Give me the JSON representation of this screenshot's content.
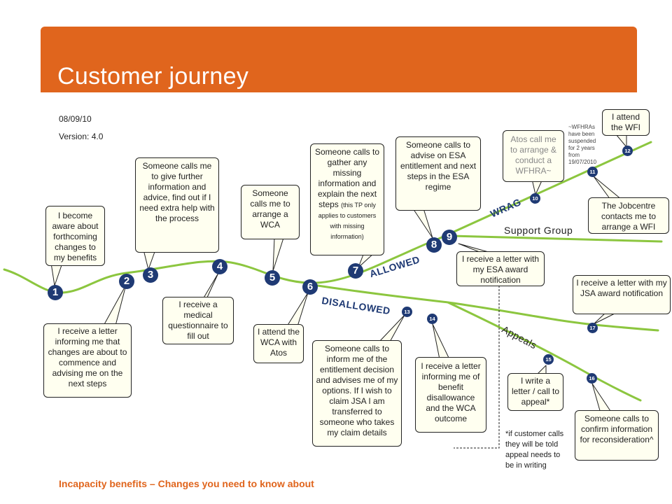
{
  "header": {
    "title": "Customer journey",
    "date": "08/09/10",
    "version": "Version: 4.0"
  },
  "footer": "Incapacity benefits – Changes you need to know about",
  "branch_labels": {
    "allowed": "ALLOWED",
    "disallowed": "DISALLOWED",
    "wrag": "WRAG",
    "support_group": "Support Group",
    "appeals": "Appeals"
  },
  "steps": [
    {
      "num": "1",
      "text": "I become aware about forthcoming changes to my benefits"
    },
    {
      "num": "2",
      "text": "I receive a letter informing me that changes are about to commence and advising me on the next steps"
    },
    {
      "num": "3",
      "text": "Someone calls me to give further information and advice, find out if I need extra help with the process"
    },
    {
      "num": "4",
      "text": "I receive a medical questionnaire to fill out"
    },
    {
      "num": "5",
      "text": "Someone calls me to arrange a WCA"
    },
    {
      "num": "6",
      "text": "I attend the WCA with Atos"
    },
    {
      "num": "7",
      "text": "Someone calls to gather any missing information and explain the next steps",
      "small": "(this TP only applies to customers with missing information)"
    },
    {
      "num": "8",
      "text": "Someone calls to advise on ESA entitlement and next steps in the ESA regime"
    },
    {
      "num": "9",
      "text": "I receive a letter with my ESA award notification"
    },
    {
      "num": "10",
      "text": "Atos call me to arrange & conduct a WFHRA~"
    },
    {
      "num": "11",
      "text": "The Jobcentre contacts me to arrange a WFI"
    },
    {
      "num": "12",
      "text": "I attend the WFI"
    },
    {
      "num": "13",
      "text": "Someone calls to inform me of the entitlement decision and advises me of my options.  If I wish to claim JSA I am transferred to someone who takes my claim details"
    },
    {
      "num": "14",
      "text": "I receive a letter informing me of benefit disallowance and the WCA outcome"
    },
    {
      "num": "15",
      "text": "I write a letter / call to appeal*"
    },
    {
      "num": "16",
      "text": "Someone calls to confirm information for reconsideration^"
    },
    {
      "num": "17",
      "text": "I receive a letter with my JSA award notification"
    }
  ],
  "notes": {
    "wfhra": "~WFHRAs have been suspended for 2 years from 19/07/2010",
    "appeal": "*if customer calls they will be told appeal needs to be in writing"
  },
  "colors": {
    "banner": "#e0651d",
    "path": "#8cc63f",
    "marker": "#1f3a74",
    "callout_fill": "#fffff0"
  }
}
